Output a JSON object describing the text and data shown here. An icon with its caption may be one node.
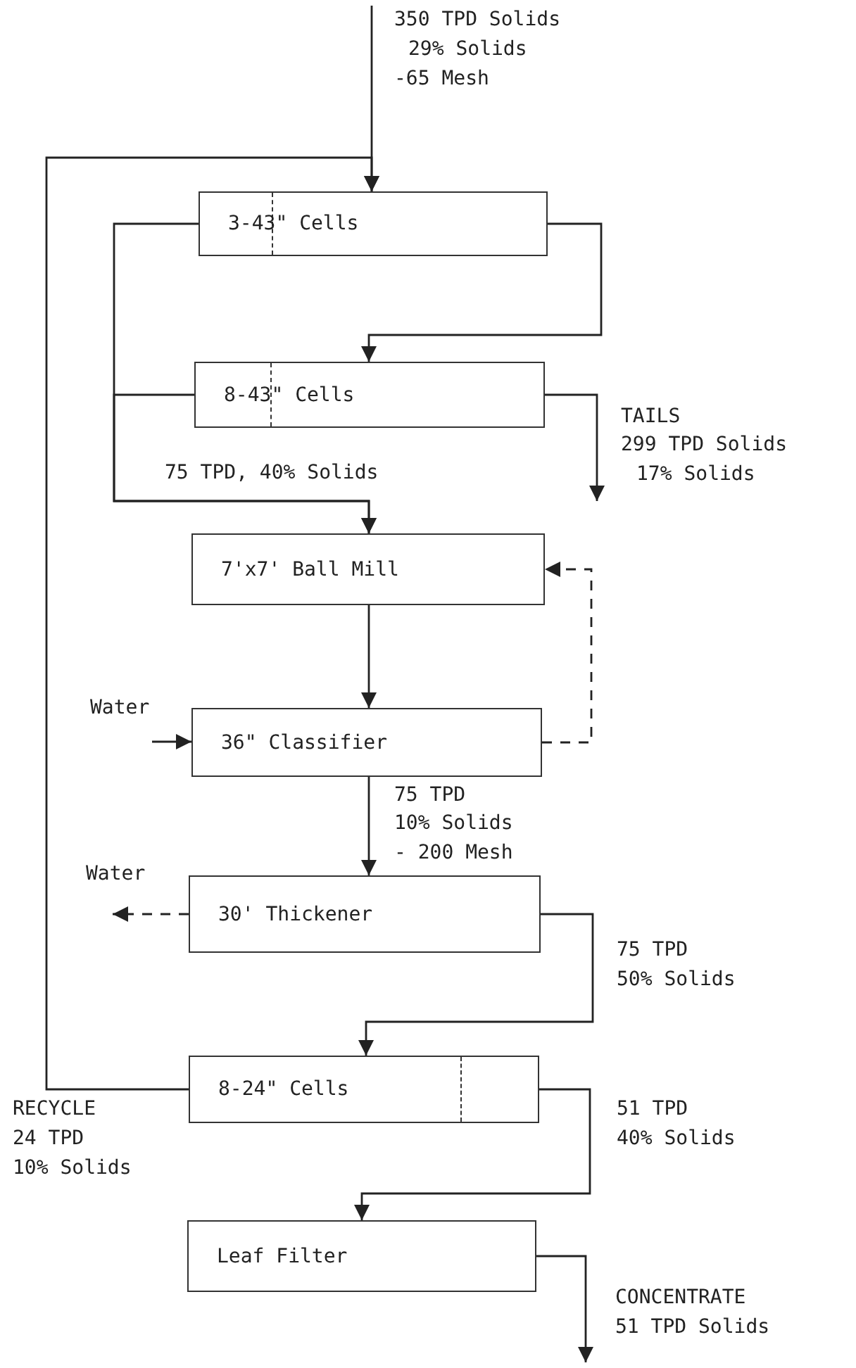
{
  "diagram": {
    "nodes": [
      {
        "text": [
          "3-43\" Cells"
        ]
      },
      {
        "text": [
          "8-43\" Cells"
        ]
      },
      {
        "text": [
          "7'x7' Ball Mill"
        ]
      },
      {
        "text": [
          "36\" Classifier"
        ]
      },
      {
        "text": [
          "30' Thickener"
        ]
      },
      {
        "text": [
          "8-24\" Cells"
        ]
      },
      {
        "text": [
          "Leaf Filter"
        ]
      },
      {
        "text": [
          "Water"
        ]
      },
      {
        "text": [
          "Water"
        ]
      }
    ],
    "edges": [
      {
        "from": null,
        "to": 0,
        "arrow": "to"
      },
      {
        "from": 0,
        "to": 1,
        "arrow": "to"
      },
      {
        "from": 0,
        "to": 2,
        "arrow": "to"
      },
      {
        "from": 1,
        "to": 2,
        "arrow": "to"
      },
      {
        "from": 1,
        "to": null,
        "arrow": "to"
      },
      {
        "from": 2,
        "to": 3,
        "arrow": "to"
      },
      {
        "from": 3,
        "to": 2,
        "arrow": "to",
        "style": "dashed"
      },
      {
        "from": 7,
        "to": 3,
        "arrow": "to"
      },
      {
        "from": 3,
        "to": 4,
        "arrow": "to"
      },
      {
        "from": 4,
        "to": 8,
        "arrow": "to",
        "style": "dashed"
      },
      {
        "from": 4,
        "to": 5,
        "arrow": "to"
      },
      {
        "from": 5,
        "to": 0,
        "arrow": "to"
      },
      {
        "from": 5,
        "to": 6,
        "arrow": "to"
      },
      {
        "from": 6,
        "to": null,
        "arrow": "to"
      }
    ],
    "labels": [
      "350 TPD Solids",
      "29% Solids",
      "-65 Mesh",
      "TAILS",
      "299 TPD Solids",
      "17% Solids",
      "75 TPD, 40% Solids",
      "75 TPD",
      "10% Solids",
      "- 200 Mesh",
      "75 TPD",
      "50% Solids",
      "RECYCLE",
      "24 TPD",
      "10% Solids",
      "51 TPD",
      "40% Solids",
      "CONCENTRATE",
      "51 TPD Solids"
    ]
  }
}
